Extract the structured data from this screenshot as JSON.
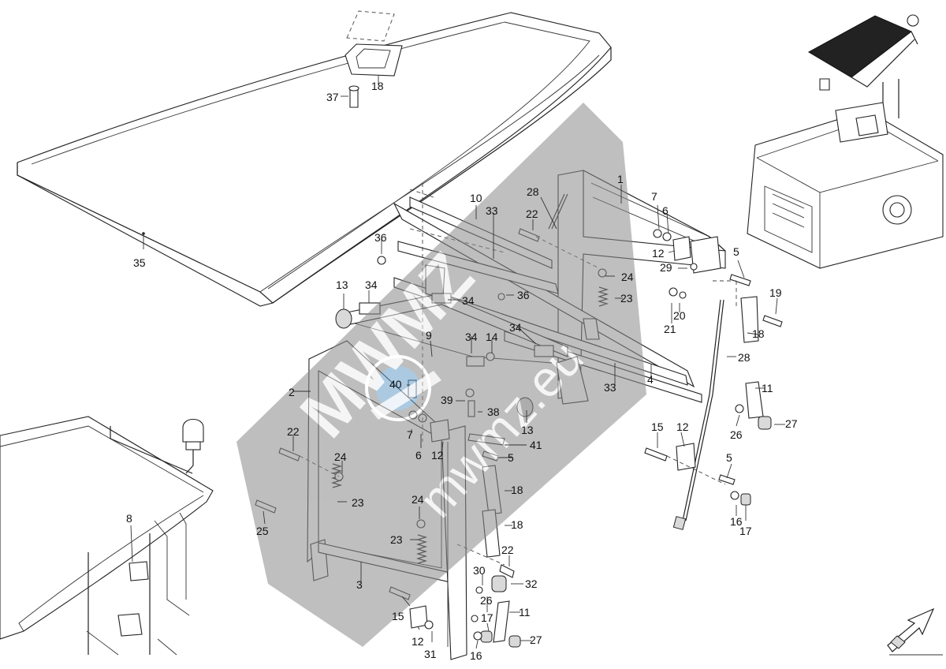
{
  "watermark": {
    "brand": "MWMZ",
    "site": "mwmz.eu",
    "color": "#8a8a8a"
  },
  "callouts": [
    "1",
    "2",
    "3",
    "4",
    "5",
    "5",
    "5",
    "6",
    "6",
    "7",
    "7",
    "8",
    "9",
    "10",
    "11",
    "11",
    "12",
    "12",
    "12",
    "12",
    "13",
    "13",
    "14",
    "15",
    "15",
    "16",
    "16",
    "17",
    "17",
    "18",
    "18",
    "18",
    "18",
    "19",
    "20",
    "21",
    "22",
    "22",
    "22",
    "23",
    "23",
    "23",
    "24",
    "24",
    "24",
    "25",
    "26",
    "26",
    "27",
    "27",
    "28",
    "28",
    "29",
    "30",
    "31",
    "32",
    "33",
    "33",
    "34",
    "34",
    "34",
    "34",
    "35",
    "36",
    "36",
    "37",
    "38",
    "39",
    "40",
    "41"
  ],
  "icons": {
    "orientation": "machine-orientation-arrow-icon"
  },
  "colors": {
    "line": "#222222",
    "roof": "#ffffff",
    "roof_dark": "#1e1e1e",
    "watermark": "#8a8a8a",
    "watermark_accent": "#5aa9e6"
  }
}
